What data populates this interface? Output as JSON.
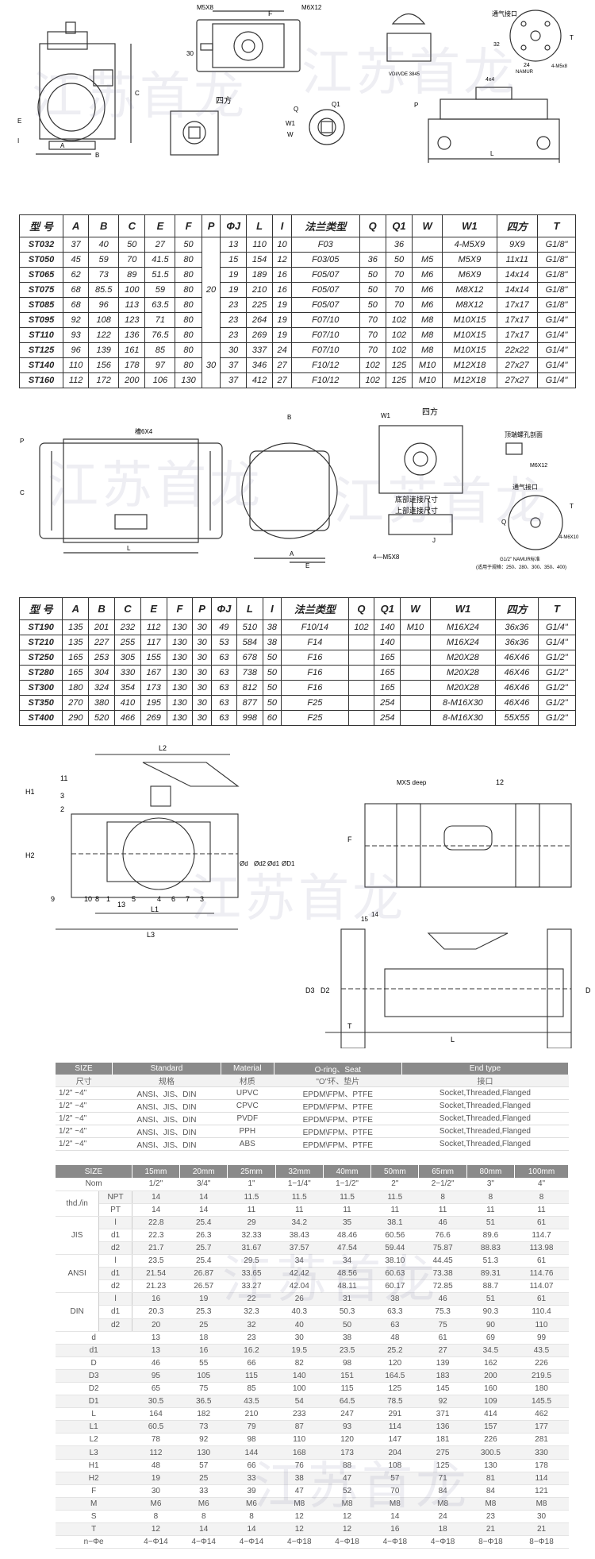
{
  "watermark": "江苏首龙",
  "diagram1": {
    "labels": {
      "F": "F",
      "M5X8": "M5X8",
      "M6X12": "M6X12",
      "h30": "30",
      "siFang": "四方",
      "Q": "Q",
      "Q1": "Q1",
      "W1": "W1",
      "W": "W",
      "A": "A",
      "B": "B",
      "C": "C",
      "E": "E",
      "I": "I",
      "tongqi": "通气接口",
      "vdi": "VDI/VDE 3845",
      "namur": "NAMUR",
      "m5x8": "4-M5x8",
      "T": "T",
      "x4": "4x4",
      "P": "P",
      "L": "L",
      "h32": "32",
      "n24": "24"
    }
  },
  "table1": {
    "headers": [
      "型 号",
      "A",
      "B",
      "C",
      "E",
      "F",
      "P",
      "ΦJ",
      "L",
      "I",
      "法兰类型",
      "Q",
      "Q1",
      "W",
      "W1",
      "四方",
      "T"
    ],
    "rows": [
      [
        "ST032",
        "37",
        "40",
        "50",
        "27",
        "50",
        "",
        "13",
        "110",
        "10",
        "F03",
        "",
        "36",
        "",
        "4-M5X9",
        "9X9",
        "G1/8\""
      ],
      [
        "ST050",
        "45",
        "59",
        "70",
        "41.5",
        "80",
        "",
        "15",
        "154",
        "12",
        "F03/05",
        "36",
        "50",
        "M5",
        "M5X9",
        "11x11",
        "G1/8\""
      ],
      [
        "ST065",
        "62",
        "73",
        "89",
        "51.5",
        "80",
        "",
        "19",
        "189",
        "16",
        "F05/07",
        "50",
        "70",
        "M6",
        "M6X9",
        "14x14",
        "G1/8\""
      ],
      [
        "ST075",
        "68",
        "85.5",
        "100",
        "59",
        "80",
        "20",
        "19",
        "210",
        "16",
        "F05/07",
        "50",
        "70",
        "M6",
        "M8X12",
        "14x14",
        "G1/8\""
      ],
      [
        "ST085",
        "68",
        "96",
        "113",
        "63.5",
        "80",
        "",
        "23",
        "225",
        "19",
        "F05/07",
        "50",
        "70",
        "M6",
        "M8X12",
        "17x17",
        "G1/8\""
      ],
      [
        "ST095",
        "92",
        "108",
        "123",
        "71",
        "80",
        "",
        "23",
        "264",
        "19",
        "F07/10",
        "70",
        "102",
        "M8",
        "M10X15",
        "17x17",
        "G1/4\""
      ],
      [
        "ST110",
        "93",
        "122",
        "136",
        "76.5",
        "80",
        "",
        "23",
        "269",
        "19",
        "F07/10",
        "70",
        "102",
        "M8",
        "M10X15",
        "17x17",
        "G1/4\""
      ],
      [
        "ST125",
        "96",
        "139",
        "161",
        "85",
        "80",
        "",
        "30",
        "337",
        "24",
        "F07/10",
        "70",
        "102",
        "M8",
        "M10X15",
        "22x22",
        "G1/4\""
      ],
      [
        "ST140",
        "110",
        "156",
        "178",
        "97",
        "80",
        "30",
        "37",
        "346",
        "27",
        "F10/12",
        "102",
        "125",
        "M10",
        "M12X18",
        "27x27",
        "G1/4\""
      ],
      [
        "ST160",
        "112",
        "172",
        "200",
        "106",
        "130",
        "",
        "37",
        "412",
        "27",
        "F10/12",
        "102",
        "125",
        "M10",
        "M12X18",
        "27x27",
        "G1/4\""
      ]
    ]
  },
  "diagram2": {
    "labels": {
      "m6x4": "槽6X4",
      "P": "P",
      "C": "C",
      "L": "L",
      "B": "B",
      "E": "E",
      "A": "A",
      "W1": "W1",
      "siFang": "四方",
      "dibu": "底部连接尺寸",
      "shangbu": "上部连接尺寸",
      "m5x8": "4—M5X8",
      "J": "J",
      "xuanliu": "顶端螺孔剖面",
      "m6x12": "M6X12",
      "tongqi": "通气接口",
      "Q": "Q",
      "T": "T",
      "m6x10": "4-M6X10",
      "namur": "G1/2\" NAMUR标准",
      "shiyong": "(适用于规格：250、280、300、350、400)"
    }
  },
  "table2": {
    "headers": [
      "型 号",
      "A",
      "B",
      "C",
      "E",
      "F",
      "P",
      "ΦJ",
      "L",
      "I",
      "法兰类型",
      "Q",
      "Q1",
      "W",
      "W1",
      "四方",
      "T"
    ],
    "rows": [
      [
        "ST190",
        "135",
        "201",
        "232",
        "112",
        "130",
        "30",
        "49",
        "510",
        "38",
        "F10/14",
        "102",
        "140",
        "M10",
        "M16X24",
        "36x36",
        "G1/4\""
      ],
      [
        "ST210",
        "135",
        "227",
        "255",
        "117",
        "130",
        "30",
        "53",
        "584",
        "38",
        "F14",
        "",
        "140",
        "",
        "M16X24",
        "36x36",
        "G1/4\""
      ],
      [
        "ST250",
        "165",
        "253",
        "305",
        "155",
        "130",
        "30",
        "63",
        "678",
        "50",
        "F16",
        "",
        "165",
        "",
        "M20X28",
        "46X46",
        "G1/2\""
      ],
      [
        "ST280",
        "165",
        "304",
        "330",
        "167",
        "130",
        "30",
        "63",
        "738",
        "50",
        "F16",
        "",
        "165",
        "",
        "M20X28",
        "46X46",
        "G1/2\""
      ],
      [
        "ST300",
        "180",
        "324",
        "354",
        "173",
        "130",
        "30",
        "63",
        "812",
        "50",
        "F16",
        "",
        "165",
        "",
        "M20X28",
        "46X46",
        "G1/2\""
      ],
      [
        "ST350",
        "270",
        "380",
        "410",
        "195",
        "130",
        "30",
        "63",
        "877",
        "50",
        "F25",
        "",
        "254",
        "",
        "8-M16X30",
        "46X46",
        "G1/2\""
      ],
      [
        "ST400",
        "290",
        "520",
        "466",
        "269",
        "130",
        "30",
        "63",
        "998",
        "60",
        "F25",
        "",
        "254",
        "",
        "8-M16X30",
        "55X55",
        "G1/2\""
      ]
    ]
  },
  "diagram3": {
    "labels": {
      "L2": "L2",
      "H1": "H1",
      "H2": "H2",
      "L1": "L1",
      "L3": "L3",
      "n11": "11",
      "n3": "3",
      "n2": "2",
      "n9": "9",
      "n10": "10",
      "n8": "8",
      "n1": "1",
      "n13": "13",
      "n5": "5",
      "n4": "4",
      "n6": "6",
      "n7": "7",
      "n3b": "3",
      "d": "Ød",
      "d2": "Ød2",
      "d1": "Ød1",
      "D1": "ØD1",
      "mxs": "MXS deep",
      "n12": "12",
      "F": "F",
      "n15": "15",
      "n14": "14",
      "D3": "D3",
      "D2": "D2",
      "D": "D",
      "T": "T",
      "L": "L"
    }
  },
  "materials": {
    "headers": [
      "SIZE",
      "Standard",
      "Material",
      "O-ring、Seat",
      "End type"
    ],
    "sub": [
      "尺寸",
      "规格",
      "材质",
      "\"O\"环、垫片",
      "接口"
    ],
    "rows": [
      [
        "1/2\" ~4\"",
        "ANSI、JIS、DIN",
        "UPVC",
        "EPDM\\FPM、PTFE",
        "Socket,Threaded,Flanged"
      ],
      [
        "1/2\" ~4\"",
        "ANSI、JIS、DIN",
        "CPVC",
        "EPDM\\FPM、PTFE",
        "Socket,Threaded,Flanged"
      ],
      [
        "1/2\" ~4\"",
        "ANSI、JIS、DIN",
        "PVDF",
        "EPDM\\FPM、PTFE",
        "Socket,Threaded,Flanged"
      ],
      [
        "1/2\" ~4\"",
        "ANSI、JIS、DIN",
        "PPH",
        "EPDM\\FPM、PTFE",
        "Socket,Threaded,Flanged"
      ],
      [
        "1/2\" ~4\"",
        "ANSI、JIS、DIN",
        "ABS",
        "EPDM\\FPM、PTFE",
        "Socket,Threaded,Flanged"
      ]
    ]
  },
  "sizes": {
    "headers": [
      "SIZE",
      "15mm",
      "20mm",
      "25mm",
      "32mm",
      "40mm",
      "50mm",
      "65mm",
      "80mm",
      "100mm"
    ],
    "rows": [
      {
        "g": "Nom",
        "s": "",
        "v": [
          "1/2\"",
          "3/4\"",
          "1\"",
          "1−1/4\"",
          "1−1/2\"",
          "2\"",
          "2−1/2\"",
          "3\"",
          "4\""
        ]
      },
      {
        "g": "thd./in",
        "s": "NPT",
        "v": [
          "14",
          "14",
          "11.5",
          "11.5",
          "11.5",
          "11.5",
          "8",
          "8",
          "8"
        ]
      },
      {
        "g": "",
        "s": "PT",
        "v": [
          "14",
          "14",
          "11",
          "11",
          "11",
          "11",
          "11",
          "11",
          "11"
        ]
      },
      {
        "g": "JIS",
        "s": "l",
        "v": [
          "22.8",
          "25.4",
          "29",
          "34.2",
          "35",
          "38.1",
          "46",
          "51",
          "61"
        ]
      },
      {
        "g": "",
        "s": "d1",
        "v": [
          "22.3",
          "26.3",
          "32.33",
          "38.43",
          "48.46",
          "60.56",
          "76.6",
          "89.6",
          "114.7"
        ]
      },
      {
        "g": "",
        "s": "d2",
        "v": [
          "21.7",
          "25.7",
          "31.67",
          "37.57",
          "47.54",
          "59.44",
          "75.87",
          "88.83",
          "113.98"
        ]
      },
      {
        "g": "ANSI",
        "s": "l",
        "v": [
          "23.5",
          "25.4",
          "29.5",
          "34",
          "34",
          "38.10",
          "44.45",
          "51.3",
          "61"
        ]
      },
      {
        "g": "",
        "s": "d1",
        "v": [
          "21.54",
          "26.87",
          "33.65",
          "42.42",
          "48.56",
          "60.63",
          "73.38",
          "89.31",
          "114.76"
        ]
      },
      {
        "g": "",
        "s": "d2",
        "v": [
          "21.23",
          "26.57",
          "33.27",
          "42.04",
          "48.11",
          "60.17",
          "72.85",
          "88.7",
          "114.07"
        ]
      },
      {
        "g": "DIN",
        "s": "l",
        "v": [
          "16",
          "19",
          "22",
          "26",
          "31",
          "38",
          "46",
          "51",
          "61"
        ]
      },
      {
        "g": "",
        "s": "d1",
        "v": [
          "20.3",
          "25.3",
          "32.3",
          "40.3",
          "50.3",
          "63.3",
          "75.3",
          "90.3",
          "110.4"
        ]
      },
      {
        "g": "",
        "s": "d2",
        "v": [
          "20",
          "25",
          "32",
          "40",
          "50",
          "63",
          "75",
          "90",
          "110"
        ]
      },
      {
        "g": "d",
        "s": "",
        "v": [
          "13",
          "18",
          "23",
          "30",
          "38",
          "48",
          "61",
          "69",
          "99"
        ]
      },
      {
        "g": "d1",
        "s": "",
        "v": [
          "13",
          "16",
          "16.2",
          "19.5",
          "23.5",
          "25.2",
          "27",
          "34.5",
          "43.5"
        ]
      },
      {
        "g": "D",
        "s": "",
        "v": [
          "46",
          "55",
          "66",
          "82",
          "98",
          "120",
          "139",
          "162",
          "226"
        ]
      },
      {
        "g": "D3",
        "s": "",
        "v": [
          "95",
          "105",
          "115",
          "140",
          "151",
          "164.5",
          "183",
          "200",
          "219.5"
        ]
      },
      {
        "g": "D2",
        "s": "",
        "v": [
          "65",
          "75",
          "85",
          "100",
          "115",
          "125",
          "145",
          "160",
          "180"
        ]
      },
      {
        "g": "D1",
        "s": "",
        "v": [
          "30.5",
          "36.5",
          "43.5",
          "54",
          "64.5",
          "78.5",
          "92",
          "109",
          "145.5"
        ]
      },
      {
        "g": "L",
        "s": "",
        "v": [
          "164",
          "182",
          "210",
          "233",
          "247",
          "291",
          "371",
          "414",
          "462"
        ]
      },
      {
        "g": "L1",
        "s": "",
        "v": [
          "60.5",
          "73",
          "79",
          "87",
          "93",
          "114",
          "136",
          "157",
          "177"
        ]
      },
      {
        "g": "L2",
        "s": "",
        "v": [
          "78",
          "92",
          "98",
          "110",
          "120",
          "147",
          "181",
          "226",
          "281"
        ]
      },
      {
        "g": "L3",
        "s": "",
        "v": [
          "112",
          "130",
          "144",
          "168",
          "173",
          "204",
          "275",
          "300.5",
          "330"
        ]
      },
      {
        "g": "H1",
        "s": "",
        "v": [
          "48",
          "57",
          "66",
          "76",
          "88",
          "108",
          "125",
          "130",
          "178"
        ]
      },
      {
        "g": "H2",
        "s": "",
        "v": [
          "19",
          "25",
          "33",
          "38",
          "47",
          "57",
          "71",
          "81",
          "114"
        ]
      },
      {
        "g": "F",
        "s": "",
        "v": [
          "30",
          "33",
          "39",
          "47",
          "52",
          "70",
          "84",
          "84",
          "121"
        ]
      },
      {
        "g": "M",
        "s": "",
        "v": [
          "M6",
          "M6",
          "M6",
          "M8",
          "M8",
          "M8",
          "M8",
          "M8",
          "M8"
        ]
      },
      {
        "g": "S",
        "s": "",
        "v": [
          "8",
          "8",
          "8",
          "12",
          "12",
          "14",
          "24",
          "23",
          "30"
        ]
      },
      {
        "g": "T",
        "s": "",
        "v": [
          "12",
          "14",
          "14",
          "12",
          "12",
          "16",
          "18",
          "21",
          "21"
        ]
      },
      {
        "g": "n−Φe",
        "s": "",
        "v": [
          "4−Φ14",
          "4−Φ14",
          "4−Φ14",
          "4−Φ18",
          "4−Φ18",
          "4−Φ18",
          "4−Φ18",
          "8−Φ18",
          "8−Φ18"
        ]
      }
    ]
  }
}
